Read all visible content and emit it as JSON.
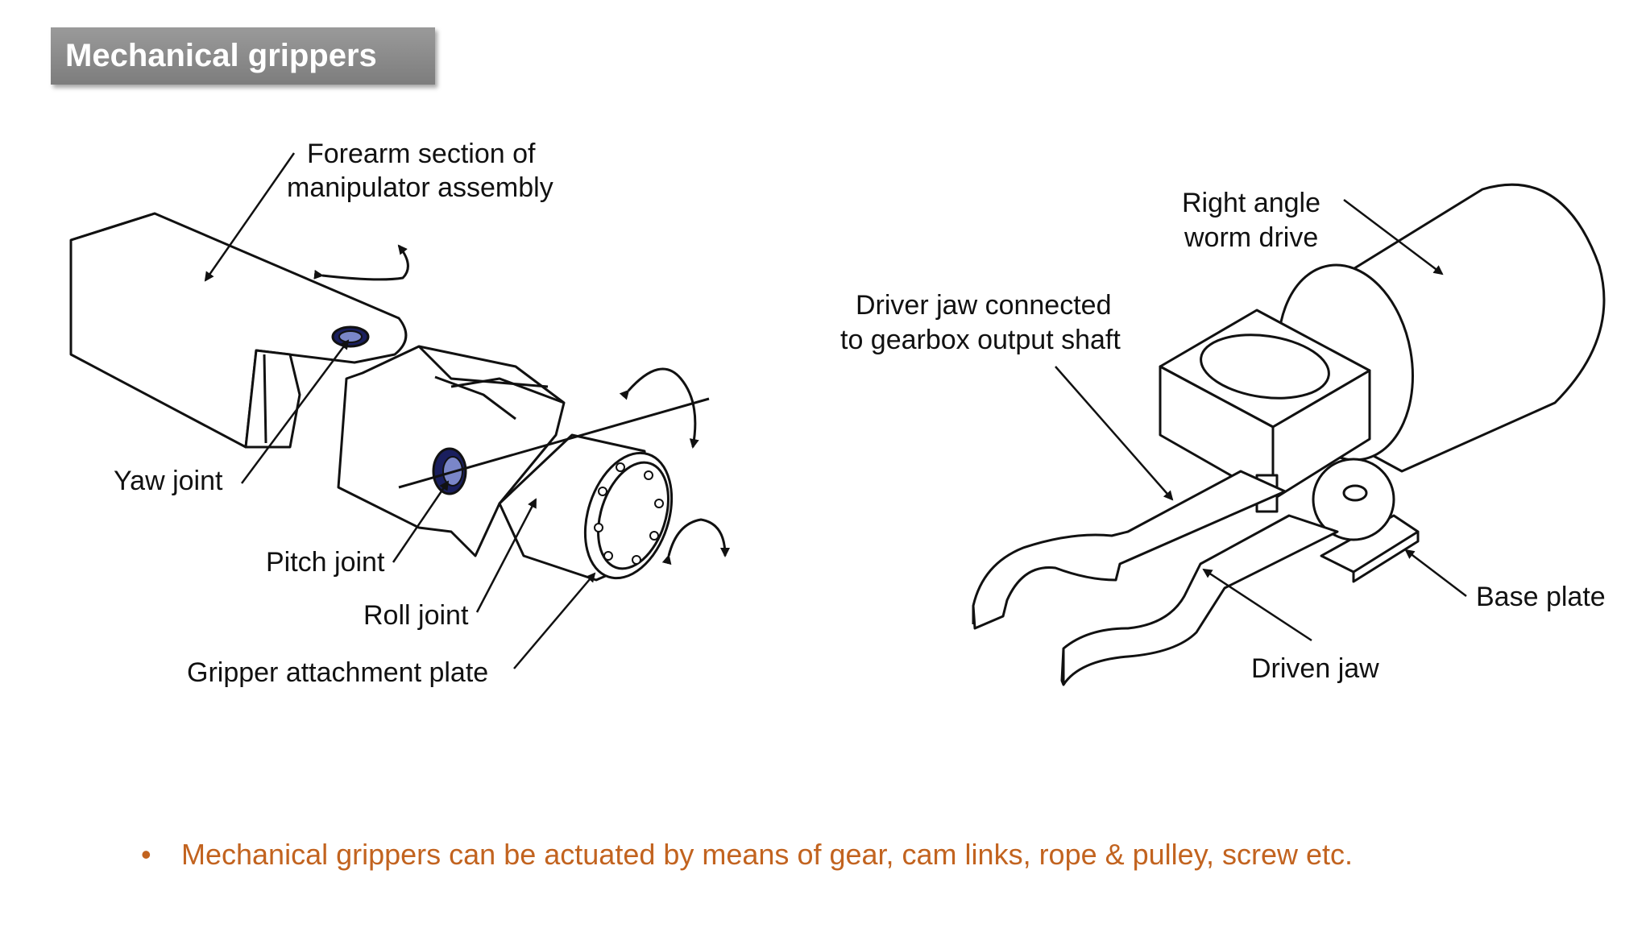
{
  "slide": {
    "title": "Mechanical grippers",
    "bullet": "Mechanical grippers can be actuated by means of gear, cam links, rope & pulley, screw etc.",
    "bullet_marker": "•",
    "accent_color": "#c2631f"
  },
  "left_diagram": {
    "labels": {
      "forearm_line1": "Forearm section of",
      "forearm_line2": "manipulator assembly",
      "yaw": "Yaw joint",
      "pitch": "Pitch joint",
      "roll": "Roll joint",
      "attachment": "Gripper attachment plate"
    }
  },
  "right_diagram": {
    "labels": {
      "worm_line1": "Right angle",
      "worm_line2": "worm drive",
      "driver_line1": "Driver jaw connected",
      "driver_line2": "to gearbox output shaft",
      "base": "Base plate",
      "driven": "Driven jaw"
    }
  }
}
